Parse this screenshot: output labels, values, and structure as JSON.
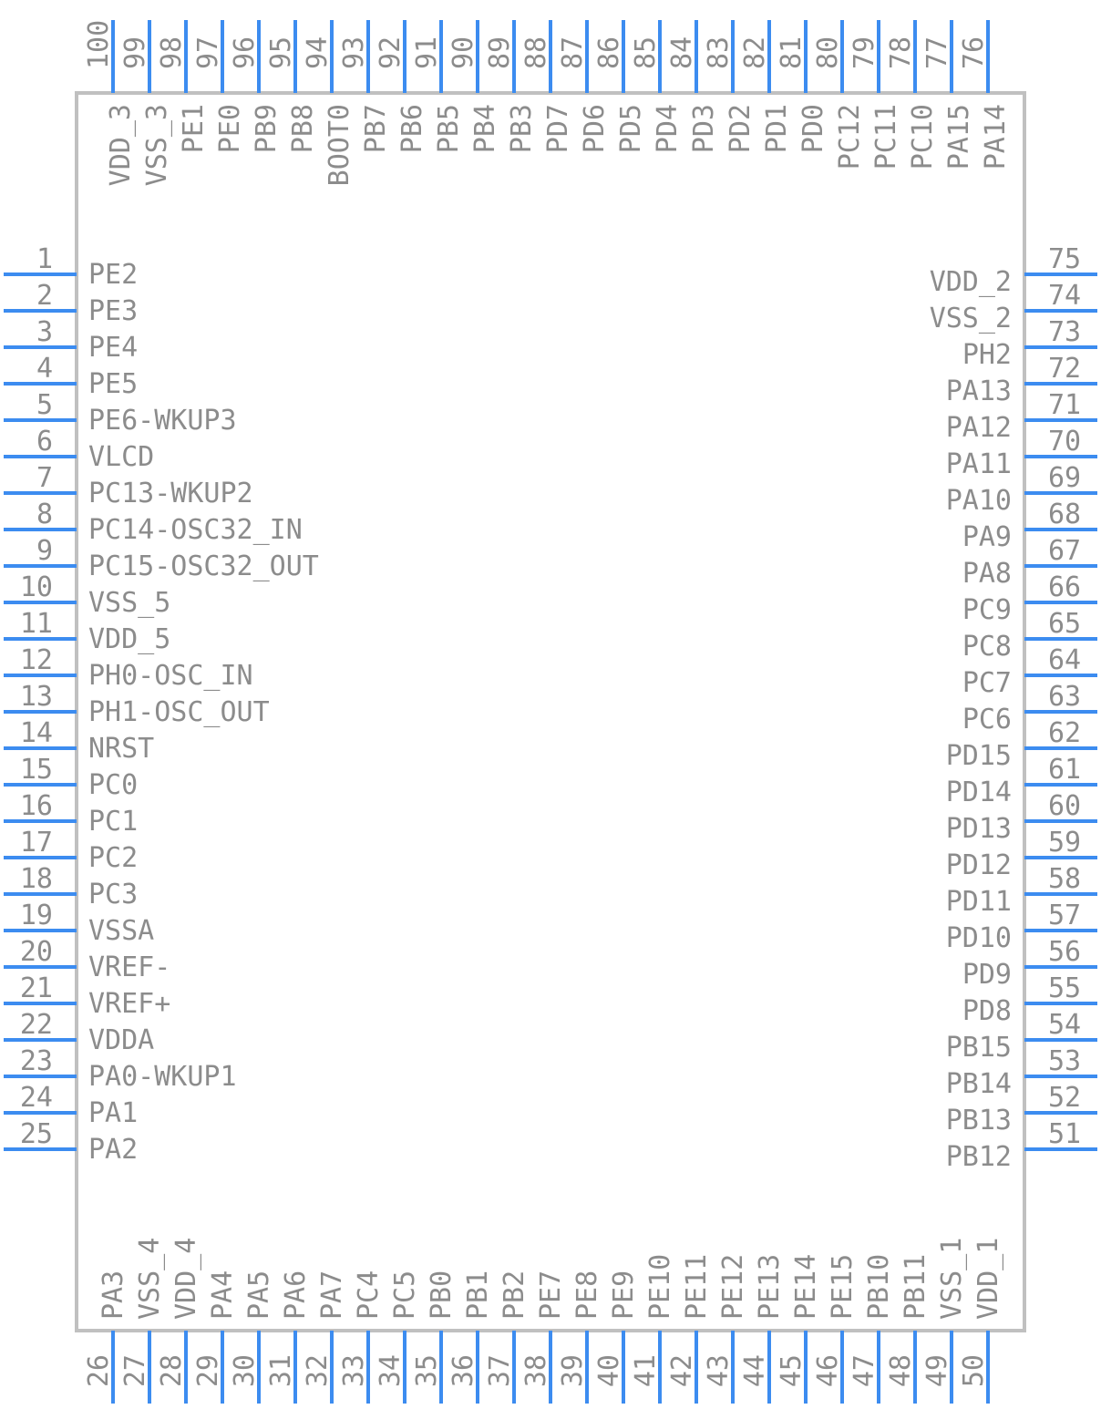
{
  "colors": {
    "pin": "#3c8cf0",
    "body_outline": "#c0c0c0",
    "text": "#8c8c8c"
  },
  "left_pins": [
    {
      "num": "1",
      "name": "PE2"
    },
    {
      "num": "2",
      "name": "PE3"
    },
    {
      "num": "3",
      "name": "PE4"
    },
    {
      "num": "4",
      "name": "PE5"
    },
    {
      "num": "5",
      "name": "PE6-WKUP3"
    },
    {
      "num": "6",
      "name": "VLCD"
    },
    {
      "num": "7",
      "name": "PC13-WKUP2"
    },
    {
      "num": "8",
      "name": "PC14-OSC32_IN"
    },
    {
      "num": "9",
      "name": "PC15-OSC32_OUT"
    },
    {
      "num": "10",
      "name": "VSS_5"
    },
    {
      "num": "11",
      "name": "VDD_5"
    },
    {
      "num": "12",
      "name": "PH0-OSC_IN"
    },
    {
      "num": "13",
      "name": "PH1-OSC_OUT"
    },
    {
      "num": "14",
      "name": "NRST"
    },
    {
      "num": "15",
      "name": "PC0"
    },
    {
      "num": "16",
      "name": "PC1"
    },
    {
      "num": "17",
      "name": "PC2"
    },
    {
      "num": "18",
      "name": "PC3"
    },
    {
      "num": "19",
      "name": "VSSA"
    },
    {
      "num": "20",
      "name": "VREF-"
    },
    {
      "num": "21",
      "name": "VREF+"
    },
    {
      "num": "22",
      "name": "VDDA"
    },
    {
      "num": "23",
      "name": "PA0-WKUP1"
    },
    {
      "num": "24",
      "name": "PA1"
    },
    {
      "num": "25",
      "name": "PA2"
    }
  ],
  "right_pins": [
    {
      "num": "75",
      "name": "VDD_2"
    },
    {
      "num": "74",
      "name": "VSS_2"
    },
    {
      "num": "73",
      "name": "PH2"
    },
    {
      "num": "72",
      "name": "PA13"
    },
    {
      "num": "71",
      "name": "PA12"
    },
    {
      "num": "70",
      "name": "PA11"
    },
    {
      "num": "69",
      "name": "PA10"
    },
    {
      "num": "68",
      "name": "PA9"
    },
    {
      "num": "67",
      "name": "PA8"
    },
    {
      "num": "66",
      "name": "PC9"
    },
    {
      "num": "65",
      "name": "PC8"
    },
    {
      "num": "64",
      "name": "PC7"
    },
    {
      "num": "63",
      "name": "PC6"
    },
    {
      "num": "62",
      "name": "PD15"
    },
    {
      "num": "61",
      "name": "PD14"
    },
    {
      "num": "60",
      "name": "PD13"
    },
    {
      "num": "59",
      "name": "PD12"
    },
    {
      "num": "58",
      "name": "PD11"
    },
    {
      "num": "57",
      "name": "PD10"
    },
    {
      "num": "56",
      "name": "PD9"
    },
    {
      "num": "55",
      "name": "PD8"
    },
    {
      "num": "54",
      "name": "PB15"
    },
    {
      "num": "53",
      "name": "PB14"
    },
    {
      "num": "52",
      "name": "PB13"
    },
    {
      "num": "51",
      "name": "PB12"
    }
  ],
  "top_pins": [
    {
      "num": "100",
      "name": "VDD_3"
    },
    {
      "num": "99",
      "name": "VSS_3"
    },
    {
      "num": "98",
      "name": "PE1"
    },
    {
      "num": "97",
      "name": "PE0"
    },
    {
      "num": "96",
      "name": "PB9"
    },
    {
      "num": "95",
      "name": "PB8"
    },
    {
      "num": "94",
      "name": "BOOT0"
    },
    {
      "num": "93",
      "name": "PB7"
    },
    {
      "num": "92",
      "name": "PB6"
    },
    {
      "num": "91",
      "name": "PB5"
    },
    {
      "num": "90",
      "name": "PB4"
    },
    {
      "num": "89",
      "name": "PB3"
    },
    {
      "num": "88",
      "name": "PD7"
    },
    {
      "num": "87",
      "name": "PD6"
    },
    {
      "num": "86",
      "name": "PD5"
    },
    {
      "num": "85",
      "name": "PD4"
    },
    {
      "num": "84",
      "name": "PD3"
    },
    {
      "num": "83",
      "name": "PD2"
    },
    {
      "num": "82",
      "name": "PD1"
    },
    {
      "num": "81",
      "name": "PD0"
    },
    {
      "num": "80",
      "name": "PC12"
    },
    {
      "num": "79",
      "name": "PC11"
    },
    {
      "num": "78",
      "name": "PC10"
    },
    {
      "num": "77",
      "name": "PA15"
    },
    {
      "num": "76",
      "name": "PA14"
    }
  ],
  "bottom_pins": [
    {
      "num": "26",
      "name": "PA3"
    },
    {
      "num": "27",
      "name": "VSS_4"
    },
    {
      "num": "28",
      "name": "VDD_4"
    },
    {
      "num": "29",
      "name": "PA4"
    },
    {
      "num": "30",
      "name": "PA5"
    },
    {
      "num": "31",
      "name": "PA6"
    },
    {
      "num": "32",
      "name": "PA7"
    },
    {
      "num": "33",
      "name": "PC4"
    },
    {
      "num": "34",
      "name": "PC5"
    },
    {
      "num": "35",
      "name": "PB0"
    },
    {
      "num": "36",
      "name": "PB1"
    },
    {
      "num": "37",
      "name": "PB2"
    },
    {
      "num": "38",
      "name": "PE7"
    },
    {
      "num": "39",
      "name": "PE8"
    },
    {
      "num": "40",
      "name": "PE9"
    },
    {
      "num": "41",
      "name": "PE10"
    },
    {
      "num": "42",
      "name": "PE11"
    },
    {
      "num": "43",
      "name": "PE12"
    },
    {
      "num": "44",
      "name": "PE13"
    },
    {
      "num": "45",
      "name": "PE14"
    },
    {
      "num": "46",
      "name": "PE15"
    },
    {
      "num": "47",
      "name": "PB10"
    },
    {
      "num": "48",
      "name": "PB11"
    },
    {
      "num": "49",
      "name": "VSS_1"
    },
    {
      "num": "50",
      "name": "VDD_1"
    }
  ]
}
